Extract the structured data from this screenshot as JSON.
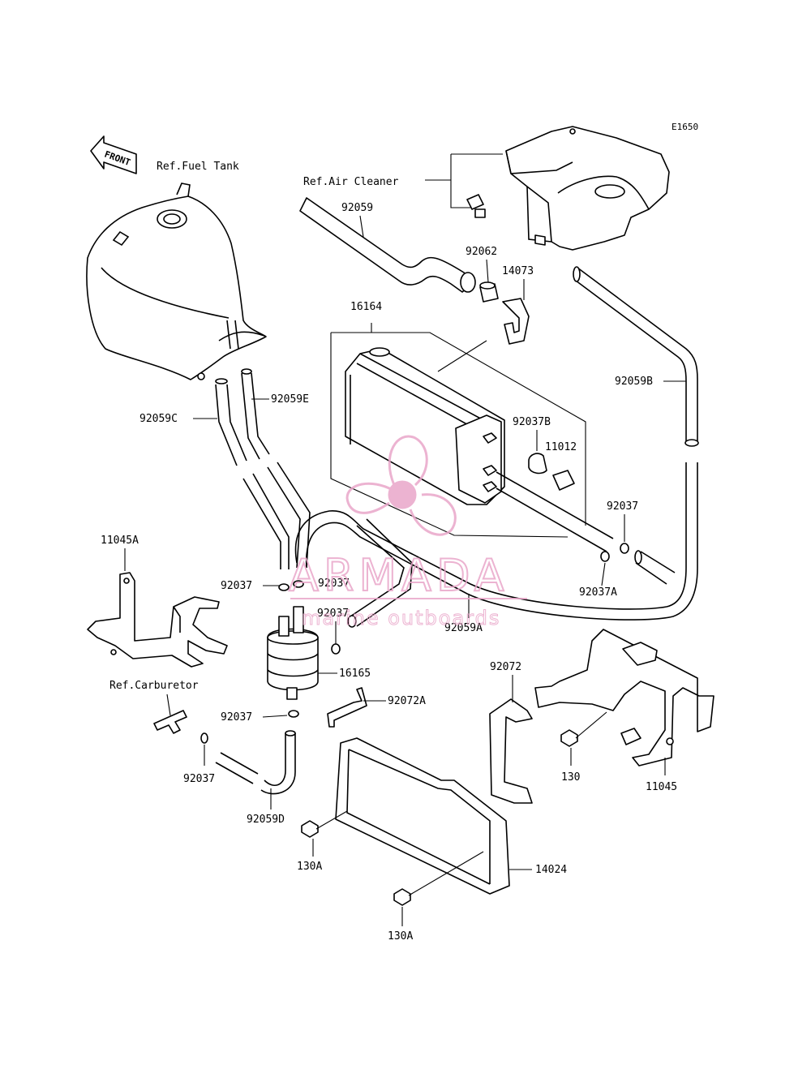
{
  "diagram": {
    "code": "E1650",
    "front_label": "FRONT",
    "refs": {
      "fuel_tank": "Ref.Fuel Tank",
      "air_cleaner": "Ref.Air Cleaner",
      "carburetor": "Ref.Carburetor"
    },
    "part_numbers": {
      "p92059": "92059",
      "p92062": "92062",
      "p14073": "14073",
      "p16164": "16164",
      "p92059B": "92059B",
      "p92059E": "92059E",
      "p92059C": "92059C",
      "p92037B": "92037B",
      "p11012": "11012",
      "p92037_r": "92037",
      "p92037A": "92037A",
      "p11045A": "11045A",
      "p92037_l": "92037",
      "p92037_m": "92037",
      "p92037_m2": "92037",
      "p92059A": "92059A",
      "p16165": "16165",
      "p92072": "92072",
      "p92072A": "92072A",
      "p92037_c": "92037",
      "p92037_b": "92037",
      "p92059D": "92059D",
      "p130": "130",
      "p11045": "11045",
      "p130A_1": "130A",
      "p14024": "14024",
      "p130A_2": "130A"
    }
  },
  "watermark": {
    "brand": "ARMADA",
    "tagline": "marine outboards",
    "color": "#e9a6c9"
  }
}
